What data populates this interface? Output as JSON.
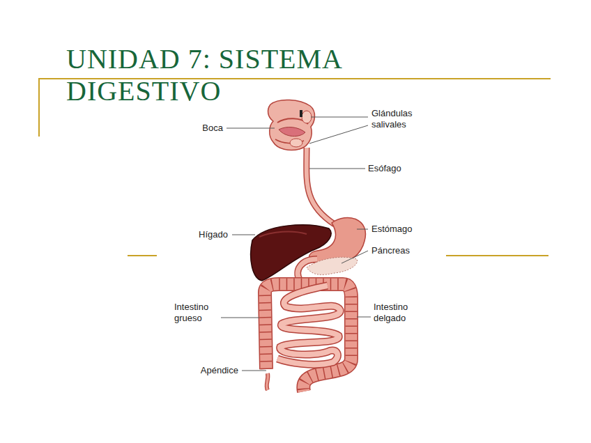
{
  "diagram": {
    "title": "UNIDAD 7: SISTEMA DIGESTIVO",
    "labels": [
      "Glándulas salivales",
      "Boca",
      "Esófago",
      "Estómago",
      "Hígado",
      "Páncreas",
      "Intestino grueso",
      "Intestino delgado",
      "Apéndice"
    ]
  }
}
